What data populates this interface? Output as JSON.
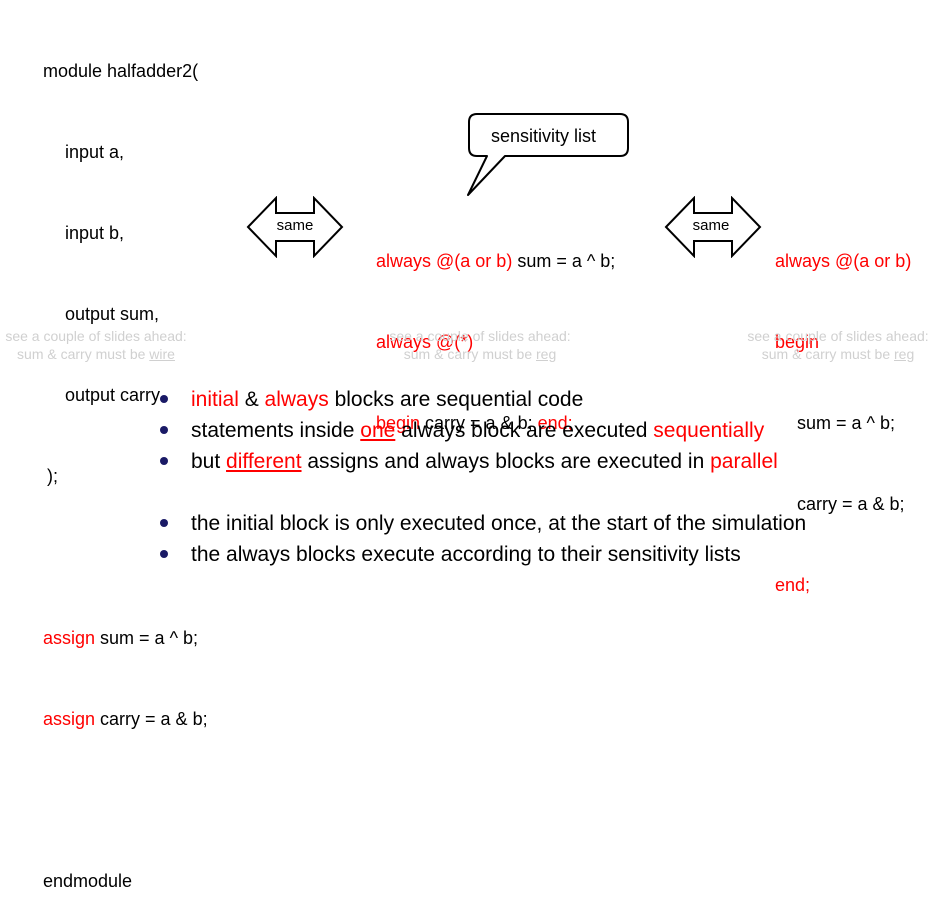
{
  "left_code": {
    "header": [
      "module halfadder2(",
      "input a,",
      "input b,",
      "output sum,",
      "output carry",
      ");"
    ],
    "assign1_kw": "assign",
    "assign1_rest": " sum = a ^ b;",
    "assign2_kw": "assign",
    "assign2_rest": " carry = a & b;",
    "end": "endmodule"
  },
  "middle_code": {
    "line1_kw": "always @(a or b)",
    "line1_rest": " sum = a ^ b;",
    "line2_kw": "always @(*)",
    "line3_kw1": "begin",
    "line3_rest": " carry = a & b; ",
    "line3_kw2": "end;"
  },
  "right_code": {
    "line1": "always @(a or b)",
    "line2": "begin",
    "line3": "sum = a ^ b;",
    "line4": "carry = a & b;",
    "line5": "end;"
  },
  "arrows": {
    "left_label": "same",
    "right_label": "same"
  },
  "callout": {
    "text": "sensitivity list"
  },
  "notes": {
    "line1": "see a couple of slides ahead:",
    "left_line2_prefix": "sum & carry must be ",
    "left_line2_word": "wire",
    "mid_line2_prefix": "sum & carry must be ",
    "mid_line2_word": "reg",
    "right_line2_prefix": "sum & carry must be ",
    "right_line2_word": "reg"
  },
  "bullets": {
    "b1_red1": "initial",
    "b1_mid": " & ",
    "b1_red2": "always",
    "b1_rest": " blocks are sequential code",
    "b2_pre": "statements inside ",
    "b2_red_u": "one",
    "b2_mid": " always block are executed ",
    "b2_red": "sequentially",
    "b3_pre": "but ",
    "b3_red_u": "different",
    "b3_mid": " assigns and always blocks are executed in ",
    "b3_red": "parallel",
    "b4": "the initial block is only executed once, at the start of the simulation",
    "b5": "the always blocks execute according to their sensitivity lists"
  },
  "colors": {
    "keyword": "#ff0000",
    "note": "#d0d0d0",
    "bullet": "#1a1a66"
  }
}
